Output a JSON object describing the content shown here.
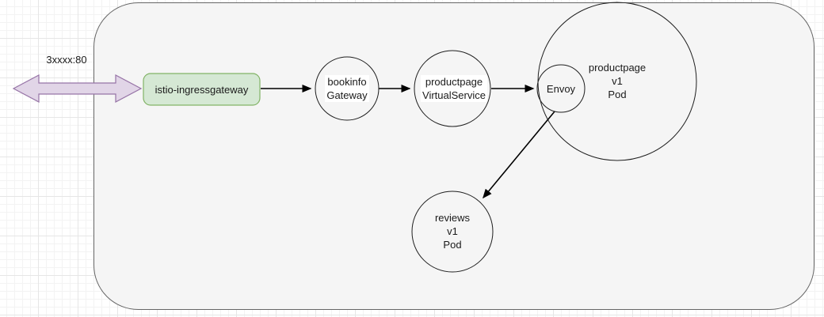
{
  "colors": {
    "container_fill": "#f5f5f5",
    "container_stroke": "#666666",
    "node_green_fill": "#d5e8d4",
    "node_green_stroke": "#82b366",
    "arrow_purple_fill": "#e1d5e7",
    "arrow_purple_stroke": "#9673a6",
    "edge_color": "#000000",
    "text_color": "#1a1a1a"
  },
  "external": {
    "port_label": "3xxxx:80"
  },
  "nodes": {
    "ingressgateway": {
      "label": "istio-ingressgateway"
    },
    "bookinfo_gateway": {
      "line1": "bookinfo",
      "line2": "Gateway"
    },
    "productpage_virtualservice": {
      "line1": "productpage",
      "line2": "VirtualService"
    },
    "envoy": {
      "label": "Envoy"
    },
    "productpage_pod": {
      "line1": "productpage",
      "line2": "v1",
      "line3": "Pod"
    },
    "reviews_pod": {
      "line1": "reviews",
      "line2": "v1",
      "line3": "Pod"
    }
  }
}
